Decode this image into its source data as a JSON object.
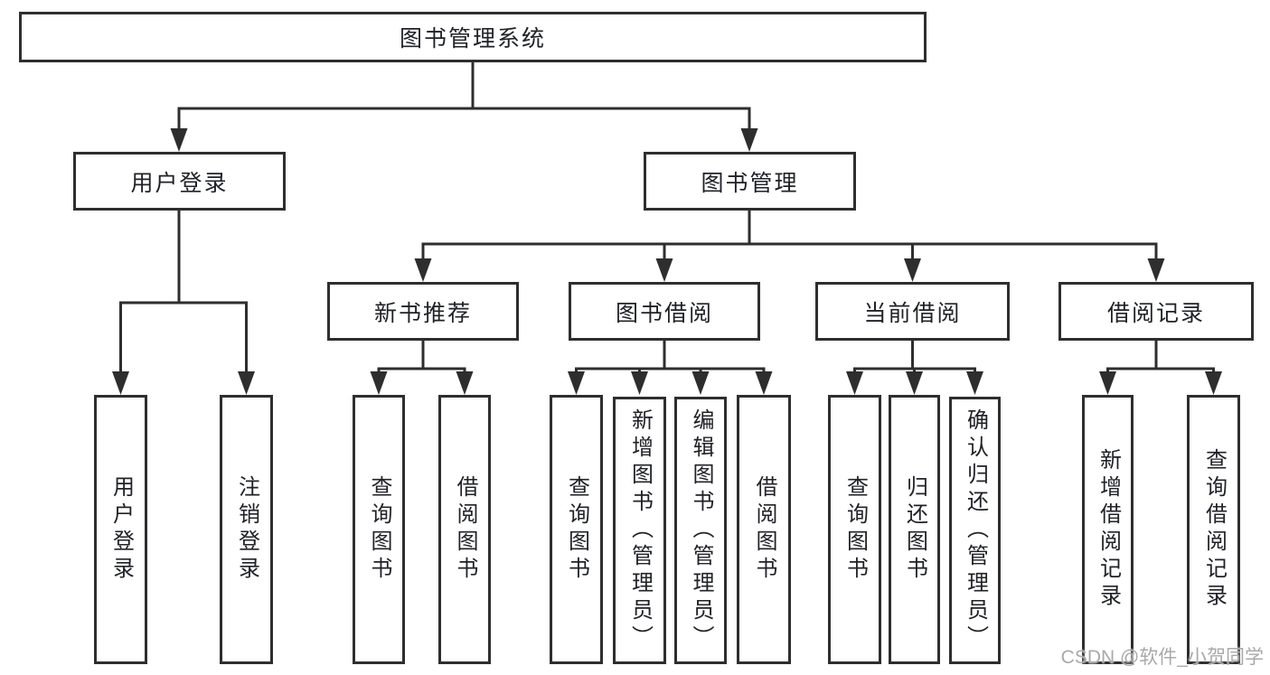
{
  "tree": {
    "label": "图书管理系统",
    "children": [
      {
        "label": "用户登录",
        "children": [
          {
            "label": "用户登录"
          },
          {
            "label": "注销登录"
          }
        ]
      },
      {
        "label": "图书管理",
        "children": [
          {
            "label": "新书推荐",
            "children": [
              {
                "label": "查询图书"
              },
              {
                "label": "借阅图书"
              }
            ]
          },
          {
            "label": "图书借阅",
            "children": [
              {
                "label": "查询图书"
              },
              {
                "label": "新增图书（管理员）"
              },
              {
                "label": "编辑图书（管理员）"
              },
              {
                "label": "借阅图书"
              }
            ]
          },
          {
            "label": "当前借阅",
            "children": [
              {
                "label": "查询图书"
              },
              {
                "label": "归还图书"
              },
              {
                "label": "确认归还（管理员）"
              }
            ]
          },
          {
            "label": "借阅记录",
            "children": [
              {
                "label": "新增借阅记录"
              },
              {
                "label": "查询借阅记录"
              }
            ]
          }
        ]
      }
    ]
  },
  "watermark": "CSDN @软件_小贺同学",
  "colors": {
    "line": "#2e2e2e",
    "text": "#202227",
    "box_background": "#ffffff",
    "watermark": "#a9a9a9",
    "background": "#ffffff"
  }
}
